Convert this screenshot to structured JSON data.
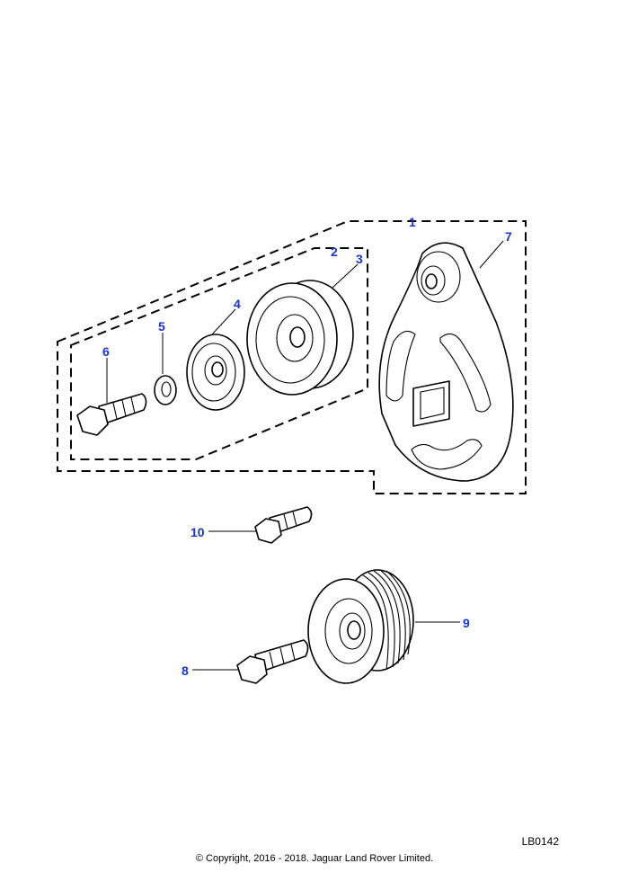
{
  "diagram": {
    "callouts": [
      "1",
      "2",
      "3",
      "4",
      "5",
      "6",
      "7",
      "8",
      "9",
      "10"
    ],
    "reference_code": "LB0142",
    "copyright": "© Copyright, 2016 - 2018. Jaguar Land Rover Limited."
  },
  "colors": {
    "callout": "#1a33d6",
    "line": "#000000",
    "background": "#ffffff"
  }
}
